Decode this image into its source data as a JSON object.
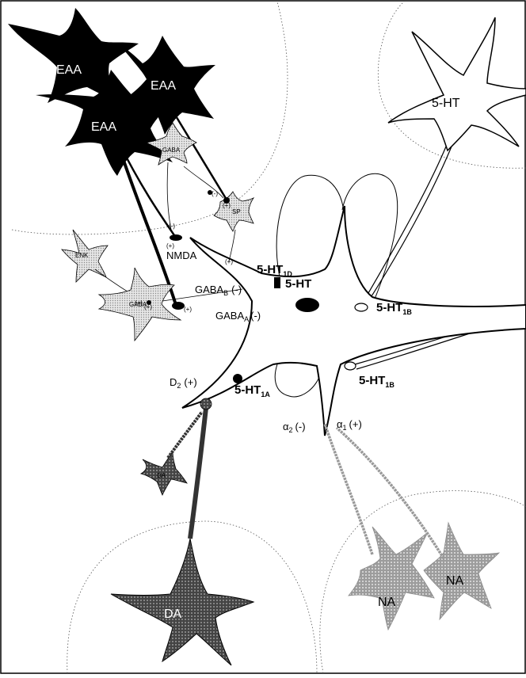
{
  "labels": {
    "eaa_1": "EAA",
    "eaa_2": "EAA",
    "eaa_3": "EAA",
    "serotonin_remote": "5-HT",
    "serotonin_main": "5-HT",
    "gaba_top": "GABA",
    "sp": "SP",
    "enk": "ENK",
    "gaba_bottom": "GABA",
    "nmda": "NMDA",
    "gaba_b": "GABA",
    "gaba_b_sub": "B",
    "gaba_b_sign": "(-)",
    "gaba_a": "GABA",
    "gaba_a_sub": "A",
    "gaba_a_sign": "(-)",
    "r_1d": "5-HT",
    "r_1d_sub": "1D",
    "r_1b_upper": "5-HT",
    "r_1b_upper_sub": "1B",
    "r_1b_lower": "5-HT",
    "r_1b_lower_sub": "1B",
    "r_1a": "5-HT",
    "r_1a_sub": "1A",
    "d2": "D",
    "d2_sub": "2",
    "d2_sign": "(+)",
    "alpha2": "α",
    "alpha2_sub": "2",
    "alpha2_sign": "(-)",
    "alpha1": "α",
    "alpha1_sub": "1",
    "alpha1_sign": "(+)",
    "da_small": "DA",
    "da_big": "DA",
    "na_1": "NA",
    "na_2": "NA",
    "sign_plus_nmda": "(+)",
    "sign_minus_top": "(-)",
    "sign_minus_sp": "(-)",
    "sign_plus_sp": "(+)",
    "sign_plus_sp_low": "(+)",
    "sign_plus_enk": "(+)",
    "sign_plus_enk2": "(+)",
    "sign_plus_eaa_low": "(+)"
  },
  "colors": {
    "eaa_fill": "#000000",
    "dopamine_fill": "#5a5a5a",
    "noradrenaline_fill": "#b4b4b4",
    "interneuron_fill": "#d9d9d9",
    "serotonin_fill": "#ffffff",
    "outline": "#000000"
  }
}
